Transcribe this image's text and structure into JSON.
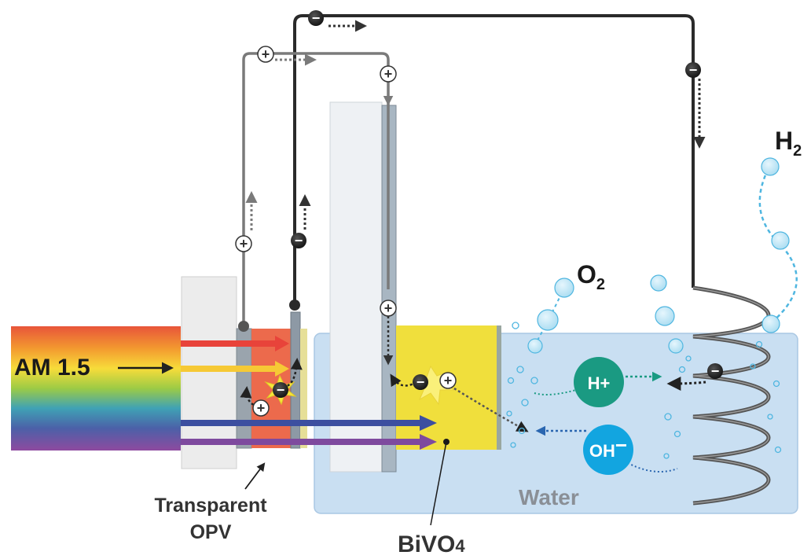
{
  "labels": {
    "light_source": "AM 1.5",
    "opv_line1": "Transparent",
    "opv_line2": "OPV",
    "photoanode_main": "BiVO",
    "photoanode_sub": "4",
    "water": "Water",
    "oxygen_main": "O",
    "oxygen_sub": "2",
    "hydrogen_main": "H",
    "hydrogen_sub": "2",
    "proton_main": "H",
    "proton_sup": "+",
    "hydroxide_main": "OH",
    "hydroxide_sup": "−",
    "minus_symbol": "−",
    "plus_symbol": "+"
  },
  "colors": {
    "electron": "#1f1f1f",
    "hole_wire": "#7a7a7a",
    "bivo4": "#f0df3c",
    "opv_active": "#ec6a4c",
    "water": "#c9dff2",
    "bubble": "#4fb6e0",
    "proton": "#1a9a82",
    "hydroxide": "#12a5e0",
    "spectrum": [
      "#e8553a",
      "#f39a2f",
      "#f7dc3a",
      "#9ccb45",
      "#3fa2b5",
      "#4b61a8",
      "#8e4a9f"
    ]
  }
}
